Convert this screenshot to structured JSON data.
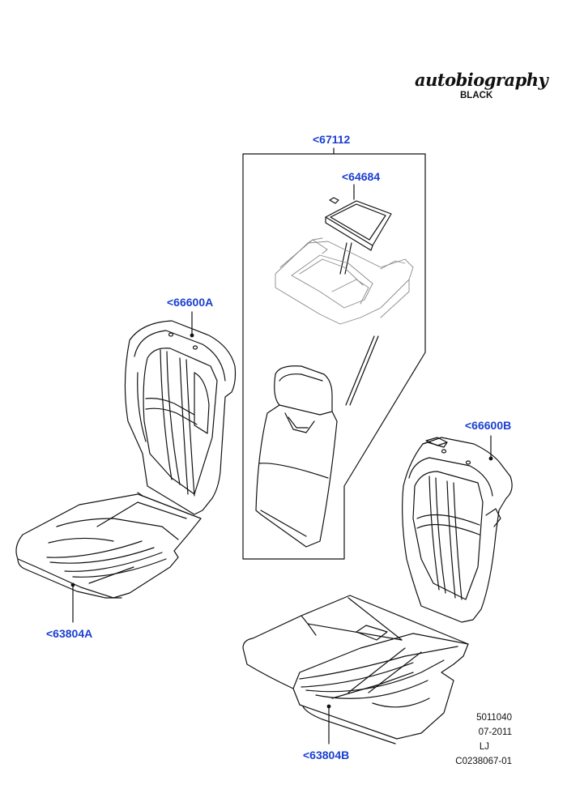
{
  "branding": {
    "script": "autobiography",
    "sub": "BLACK"
  },
  "callouts": {
    "console_assembly": "<67112",
    "console_insert": "<64684",
    "seat_back_left": "<66600A",
    "seat_back_right": "<66600B",
    "seat_cushion_left": "<63804A",
    "seat_cushion_right": "<63804B"
  },
  "meta": {
    "code": "5011040",
    "date": "07-2011",
    "initials": "LJ",
    "ref": "C0238067-01"
  },
  "colors": {
    "link": "#1a3fd0",
    "line": "#111111"
  }
}
